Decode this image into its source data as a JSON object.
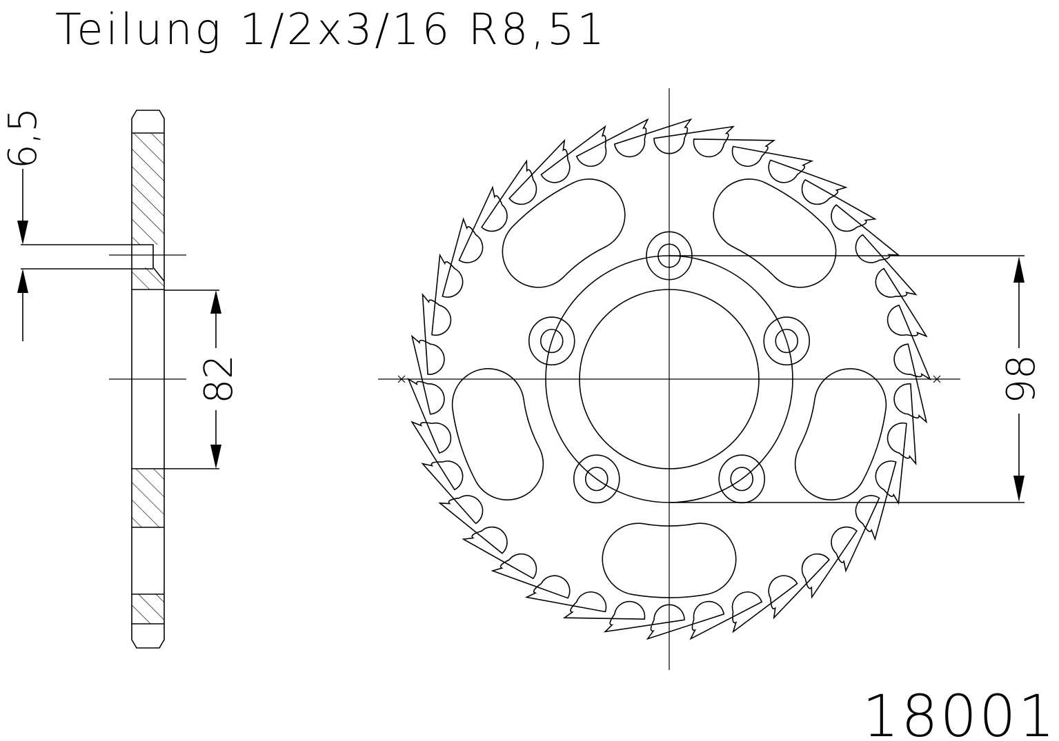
{
  "title": "Teilung 1/2x3/16 R8,51",
  "part_number": "18001",
  "dimensions": {
    "thickness": "6,5",
    "hub_bore": "82",
    "bolt_circle": "98"
  },
  "sprocket": {
    "teeth": 38,
    "bolt_holes": 5,
    "lightening_slots": 5
  },
  "colors": {
    "line": "#000000",
    "background": "#ffffff"
  }
}
